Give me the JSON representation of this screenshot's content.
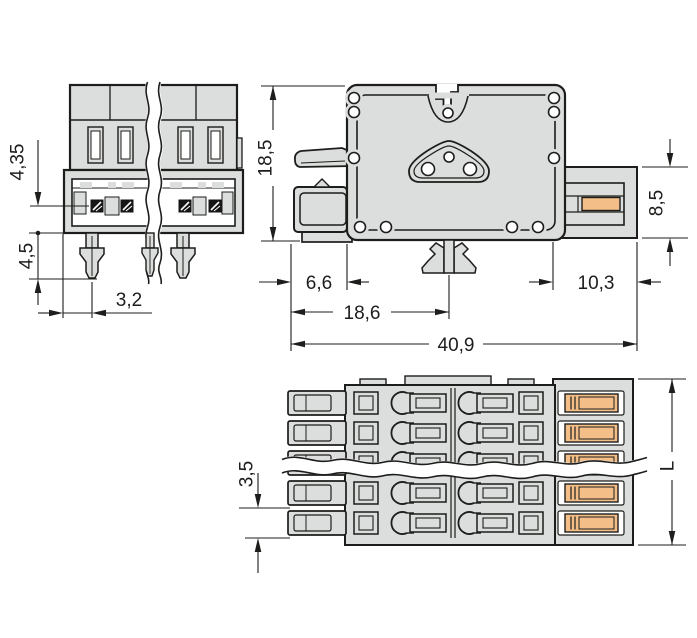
{
  "drawing_type": "connector-dimensional-drawing",
  "views": {
    "front": {
      "dims": {
        "recess": "4,35",
        "pin_length": "4,5",
        "pin_offset": "3,2"
      }
    },
    "side": {
      "dims": {
        "height": "18,5",
        "latch_projection": "6,6",
        "foot_center": "18,6",
        "tail_length": "10,3",
        "overall_length": "40,9",
        "tail_height": "8,5"
      }
    },
    "top": {
      "dims": {
        "row_pitch": "3,5",
        "overall_width": "L"
      }
    }
  },
  "colors": {
    "line": "#1d1d1b",
    "body": "#dbdedc",
    "contact": "#f3be88",
    "background": "#ffffff"
  }
}
